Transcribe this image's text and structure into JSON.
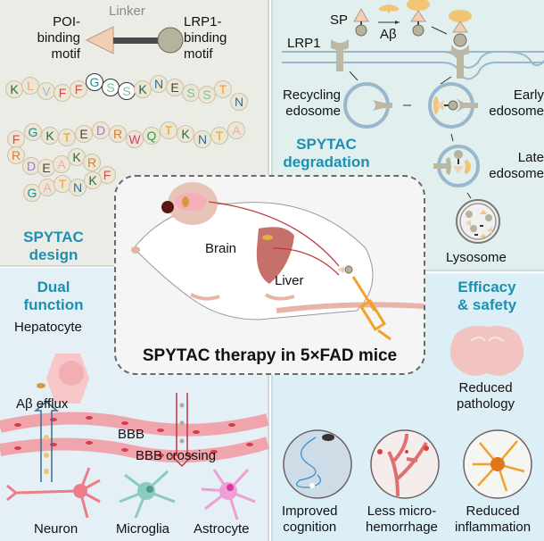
{
  "design": {
    "heading_line1": "SPYTAC",
    "heading_line2": "design",
    "poi_label": [
      "POI-",
      "binding",
      "motif"
    ],
    "linker_label": "Linker",
    "lrp1_label": [
      "LRP1-",
      "binding",
      "motif"
    ],
    "sequence_row1": [
      "K",
      "L",
      "V",
      "F",
      "F",
      "G",
      "S",
      "S",
      "K",
      "N",
      "E",
      "S",
      "S",
      "T",
      "N"
    ],
    "sequence_row2": [
      "F",
      "G",
      "K",
      "T",
      "E",
      "D",
      "R",
      "W",
      "Q",
      "T",
      "K",
      "N",
      "T",
      "A"
    ],
    "sequence_row3": [
      "R",
      "D",
      "E",
      "A",
      "K",
      "R",
      "F"
    ],
    "sequence_row4": [
      "G",
      "A",
      "T",
      "N",
      "K"
    ]
  },
  "degradation": {
    "heading_line1": "SPYTAC",
    "heading_line2": "degradation",
    "sp_label": "SP",
    "abeta_label": "Aβ",
    "lrp1_label": "LRP1",
    "recycling_label": [
      "Recycling",
      "edosome"
    ],
    "early_label": [
      "Early",
      "edosome"
    ],
    "late_label": [
      "Late",
      "edosome"
    ],
    "lysosome_label": "Lysosome"
  },
  "center": {
    "title": "SPYTAC therapy in 5×FAD mice",
    "brain_label": "Brain",
    "liver_label": "Liver"
  },
  "dual": {
    "heading_line1": "Dual",
    "heading_line2": "function",
    "hepatocyte_label": "Hepatocyte",
    "efflux_label": "Aβ efflux",
    "bbb_label": "BBB",
    "crossing_label": "BBB crossing",
    "cells": [
      "Neuron",
      "Microglia",
      "Astrocyte"
    ]
  },
  "efficacy": {
    "heading_line1": "Efficacy",
    "heading_line2": "& safety",
    "pathology_label": [
      "Reduced",
      "pathology"
    ],
    "outcomes": [
      {
        "line1": "Improved",
        "line2": "cognition"
      },
      {
        "line1": "Less micro-",
        "line2": "hemorrhage"
      },
      {
        "line1": "Reduced",
        "line2": "inflammation"
      }
    ]
  },
  "colors": {
    "heading": "#1f8fb0",
    "poi_triangle": "#f2cfb4",
    "lrp1_circle": "#b5b29e",
    "abeta": "#f2c574",
    "vessel": "#f0a5ad",
    "syringe": "#f2a12a"
  }
}
